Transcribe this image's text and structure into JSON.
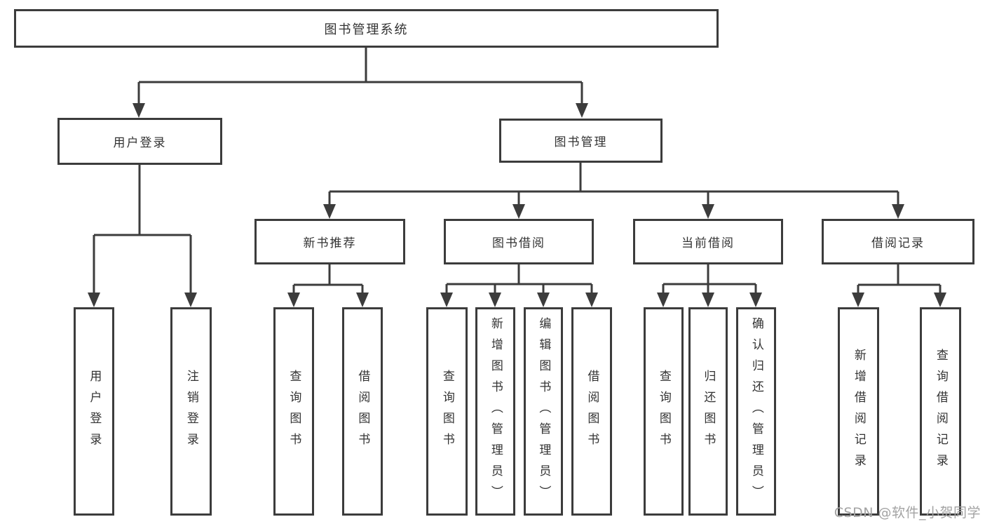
{
  "diagram": {
    "root": {
      "label": "图书管理系统"
    },
    "level2": [
      {
        "label": "用户登录"
      },
      {
        "label": "图书管理"
      }
    ],
    "level3": [
      {
        "label": "新书推荐"
      },
      {
        "label": "图书借阅"
      },
      {
        "label": "当前借阅"
      },
      {
        "label": "借阅记录"
      }
    ],
    "leaves": {
      "user_login": [
        {
          "label": "用户登录"
        },
        {
          "label": "注销登录"
        }
      ],
      "new_book": [
        {
          "label": "查询图书"
        },
        {
          "label": "借阅图书"
        }
      ],
      "book_borrow": [
        {
          "label": "查询图书"
        },
        {
          "label": "新增图书（管理员）"
        },
        {
          "label": "编辑图书（管理员）"
        },
        {
          "label": "借阅图书"
        }
      ],
      "current_borrow": [
        {
          "label": "查询图书"
        },
        {
          "label": "归还图书"
        },
        {
          "label": "确认归还（管理员）"
        }
      ],
      "borrow_record": [
        {
          "label": "新增借阅记录"
        },
        {
          "label": "查询借阅记录"
        }
      ]
    }
  },
  "watermark": {
    "text": "CSDN @软件_小贺同学"
  },
  "colors": {
    "line": "#3c3c3c",
    "text": "#333333",
    "watermark": "#a3a3a3",
    "background": "#ffffff"
  }
}
